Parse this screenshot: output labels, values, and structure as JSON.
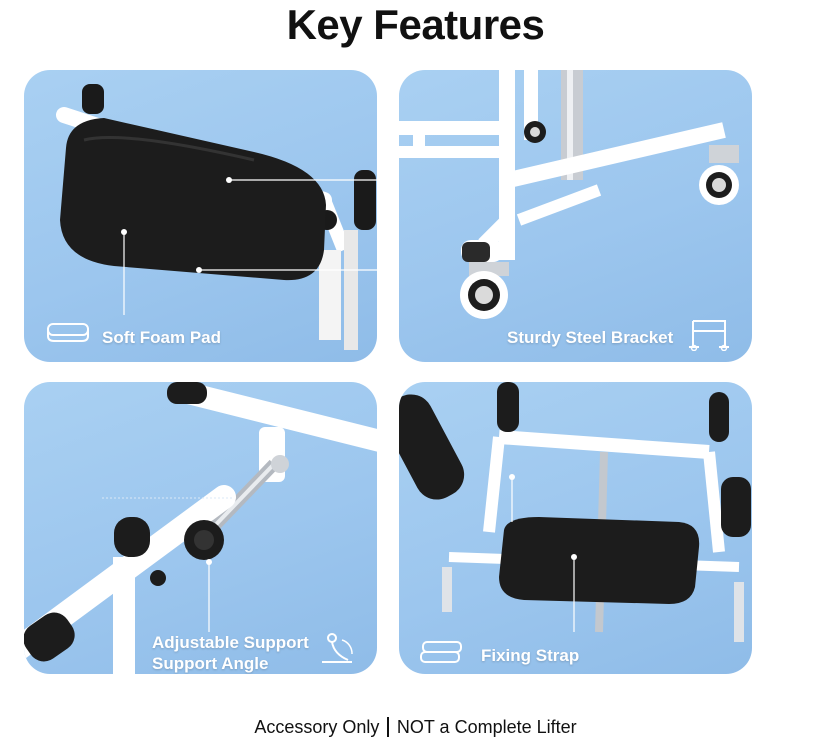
{
  "header": {
    "title": "Key Features"
  },
  "features": [
    {
      "label": "Soft Foam Pad",
      "icon": "foam-pad-icon"
    },
    {
      "label": "Sturdy Steel Bracket",
      "icon": "bracket-icon"
    },
    {
      "label_line1": "Adjustable Support",
      "label_line2": "Support Angle",
      "icon": "angle-icon"
    },
    {
      "label": "Fixing Strap",
      "icon": "strap-icon"
    }
  ],
  "footer": {
    "left": "Accessory Only",
    "right": "NOT a Complete Lifter"
  },
  "colors": {
    "panel": "#9cc6ee",
    "frame": "#ffffff",
    "foam": "#1c1c1c",
    "accent_text": "#ffffff"
  }
}
